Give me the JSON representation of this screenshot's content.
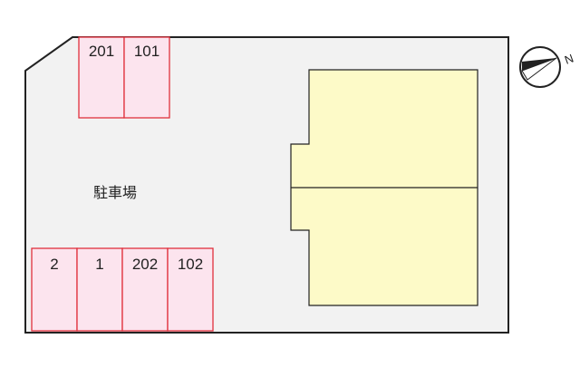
{
  "site": {
    "lot_fill": "#f2f2f2",
    "border_color": "#222222"
  },
  "parking": {
    "label": "駐車場",
    "slot_fill": "#fce4ee",
    "slot_border": "#e0303c",
    "top_slots": [
      "201",
      "101"
    ],
    "bottom_slots": [
      "2",
      "1",
      "202",
      "102"
    ]
  },
  "building": {
    "fill": "#fdfac8",
    "border": "#222222"
  },
  "compass": {
    "icon": "north-arrow-icon",
    "label": "N"
  }
}
